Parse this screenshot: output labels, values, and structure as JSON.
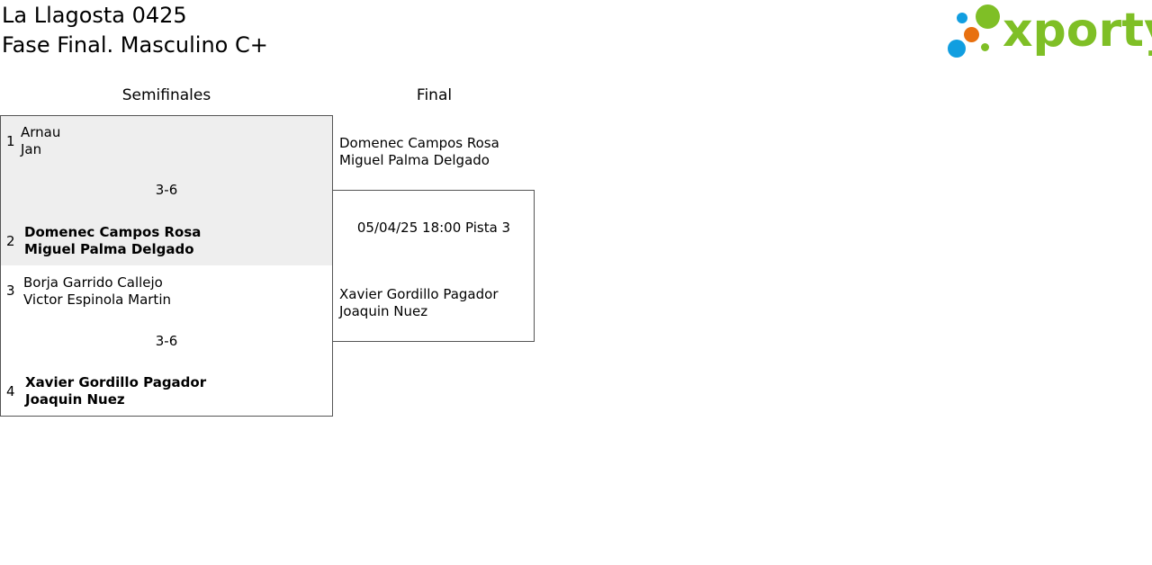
{
  "header": {
    "title": "La Llagosta 0425",
    "subtitle": "Fase Final. Masculino C+"
  },
  "logo": {
    "text": "xporty",
    "colors": {
      "green": "#7fbf26",
      "blue": "#119ee0",
      "orange": "#e8700f"
    }
  },
  "rounds": {
    "semifinals_label": "Semifinales",
    "final_label": "Final"
  },
  "semifinals": [
    {
      "score": "3-6",
      "teams": [
        {
          "seed": "1",
          "player1": "Arnau",
          "player2": "Jan",
          "winner": false
        },
        {
          "seed": "2",
          "player1": "Domenec Campos Rosa",
          "player2": "Miguel Palma Delgado",
          "winner": true
        }
      ]
    },
    {
      "score": "3-6",
      "teams": [
        {
          "seed": "3",
          "player1": "Borja Garrido Callejo",
          "player2": "Victor Espinola Martin",
          "winner": false
        },
        {
          "seed": "4",
          "player1": "Xavier Gordillo Pagador",
          "player2": "Joaquin Nuez",
          "winner": true
        }
      ]
    }
  ],
  "final": {
    "info": "05/04/25 18:00 Pista 3",
    "teams": [
      {
        "player1": "Domenec Campos Rosa",
        "player2": "Miguel Palma Delgado"
      },
      {
        "player1": "Xavier Gordillo Pagador",
        "player2": "Joaquin Nuez"
      }
    ]
  }
}
